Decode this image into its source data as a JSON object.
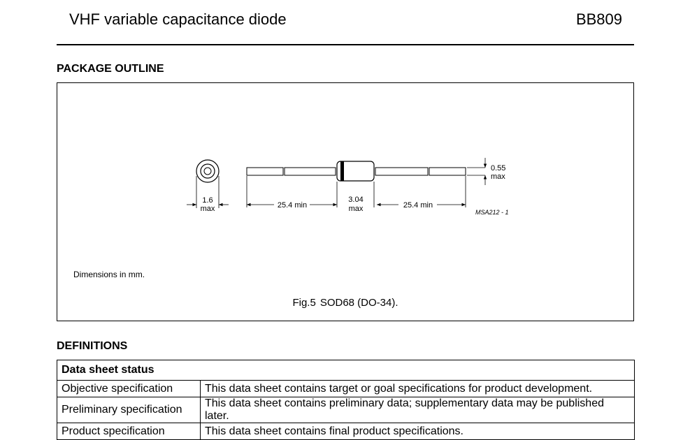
{
  "header": {
    "title": "VHF variable capacitance diode",
    "part_number": "BB809"
  },
  "package_outline": {
    "heading": "PACKAGE OUTLINE",
    "drawing_labels": {
      "end_diameter_value": "1.6",
      "end_diameter_qualifier": "max",
      "lead_left": "25.4 min",
      "body_length_value": "3.04",
      "body_length_qualifier": "max",
      "lead_right": "25.4 min",
      "lead_diameter_value": "0.55",
      "lead_diameter_qualifier": "max",
      "drawing_code": "MSA212 - 1"
    },
    "dimensions_note": "Dimensions in mm.",
    "caption_number": "Fig.5",
    "caption_text": "SOD68 (DO-34)."
  },
  "definitions": {
    "heading": "DEFINITIONS",
    "table_header": "Data sheet status",
    "rows": [
      {
        "status": "Objective specification",
        "description": "This data sheet contains target or goal specifications for product development."
      },
      {
        "status": "Preliminary specification",
        "description": "This data sheet contains preliminary data; supplementary data may be published later."
      },
      {
        "status": "Product specification",
        "description": "This data sheet contains final product specifications."
      }
    ]
  }
}
